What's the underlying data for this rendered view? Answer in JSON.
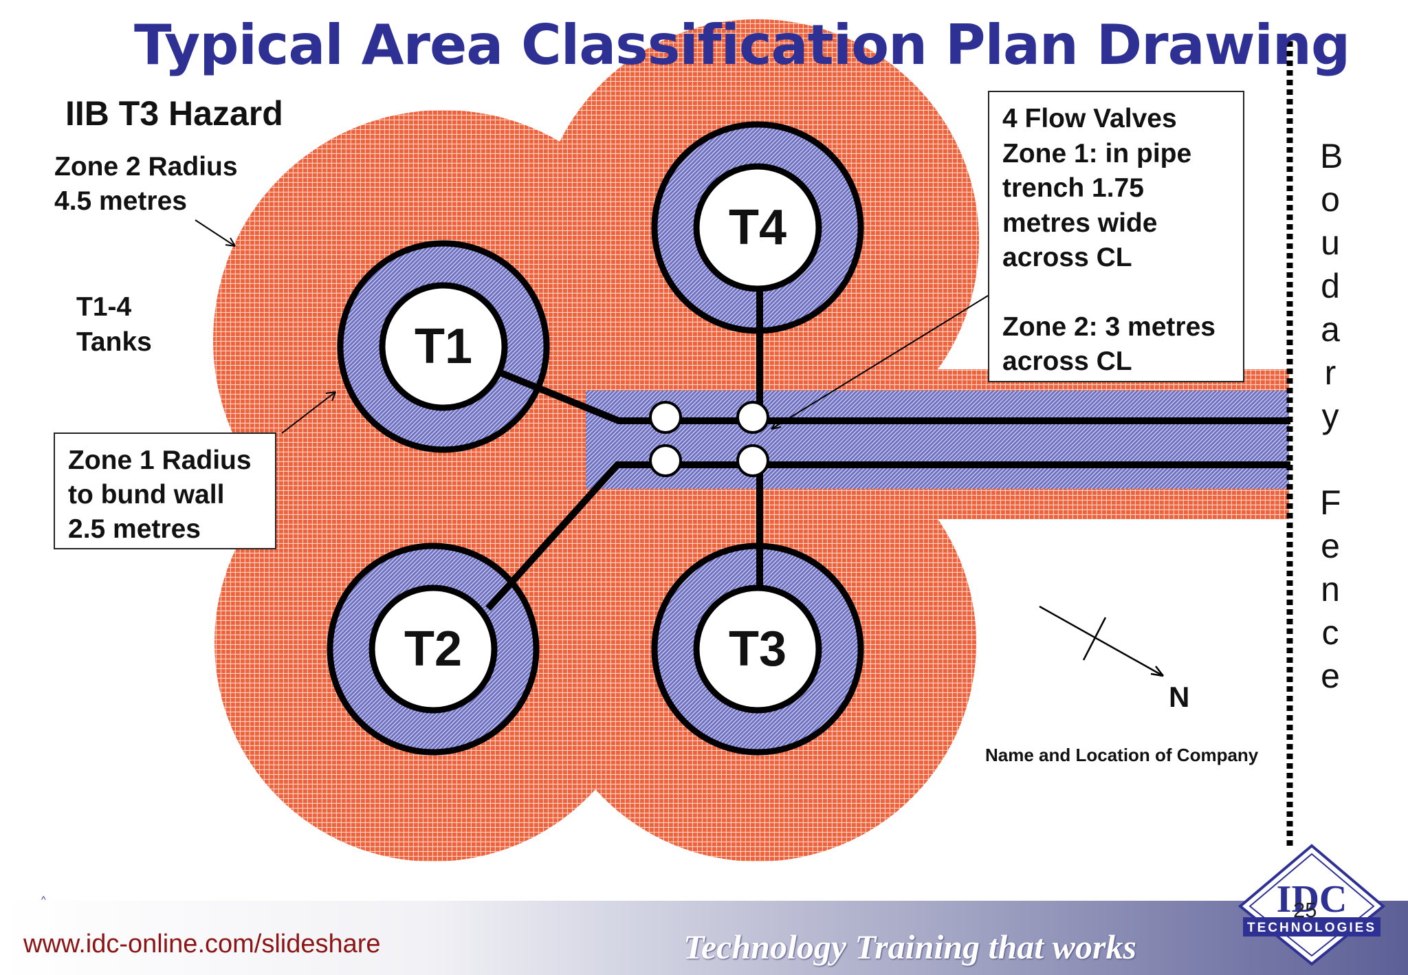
{
  "title": "Typical Area Classification Plan Drawing",
  "hazard": "IIB T3 Hazard",
  "zone2_label": {
    "line1": "Zone 2 Radius",
    "line2": "4.5 metres"
  },
  "tanks_label": {
    "line1": "T1-4",
    "line2": "Tanks"
  },
  "zone1_box": {
    "line1": "Zone 1 Radius",
    "line2": "to bund wall",
    "line3": "2.5 metres"
  },
  "valves_box": {
    "line1": "4 Flow Valves",
    "line2": "Zone 1: in pipe",
    "line3": "trench 1.75",
    "line4": "metres wide",
    "line5": "across CL",
    "line6": "Zone 2: 3 metres",
    "line7": "across CL"
  },
  "tanks": {
    "t1": "T1",
    "t2": "T2",
    "t3": "T3",
    "t4": "T4"
  },
  "fence_letters": [
    "B",
    "o",
    "u",
    "d",
    "a",
    "r",
    "y",
    "",
    "F",
    "e",
    "n",
    "c",
    "e"
  ],
  "north": "N",
  "company": "Name and Location of Company",
  "footer": {
    "url": "www.idc-online.com/slideshare",
    "tagline": "Technology Training that works",
    "page": "25",
    "logo_text": "IDC",
    "logo_sub": "TECHNOLOGIES"
  },
  "colors": {
    "zone2": "#f0623c",
    "zone1": "#6e70c4",
    "title": "#2e3193",
    "url": "#8b1515"
  }
}
